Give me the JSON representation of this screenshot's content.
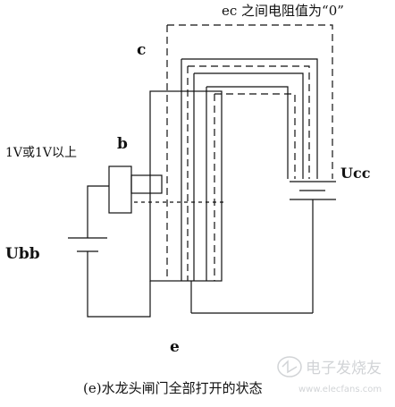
{
  "labels": {
    "ec_resistance": "ec 之间电阻值为“0”",
    "collector": "c",
    "base": "b",
    "base_voltage": "1V或1V以上",
    "collector_supply": "Ucc",
    "base_supply": "Ubb",
    "emitter": "e",
    "caption": "(e)水龙头闸门全部打开的状态"
  },
  "watermark": {
    "logo_text": "电子发烧友",
    "site_text": "www.elecfans.com"
  },
  "colors": {
    "line": "#111111",
    "background": "#ffffff",
    "watermark": "#9aa0a6"
  }
}
